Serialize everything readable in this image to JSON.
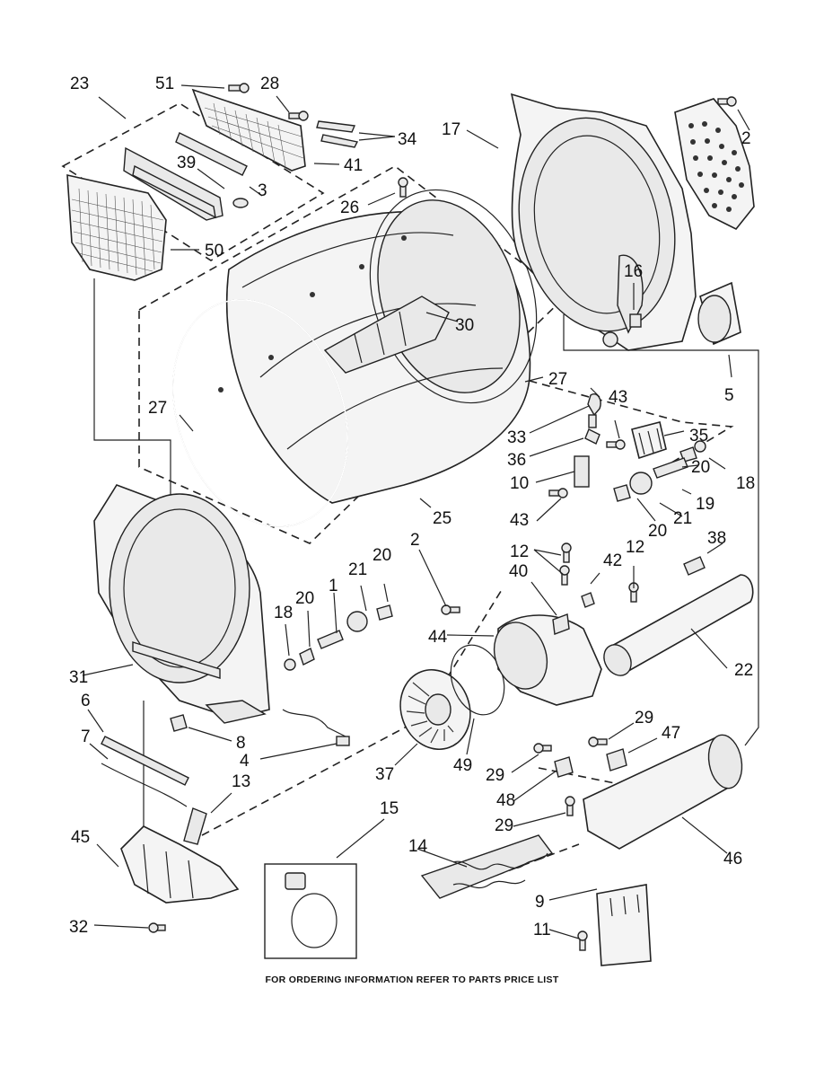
{
  "footer": "FOR ORDERING INFORMATION REFER TO PARTS PRICE LIST",
  "callouts": {
    "c23": "23",
    "c51": "51",
    "c28": "28",
    "c34": "34",
    "c41": "41",
    "c39": "39",
    "c3": "3",
    "c50": "50",
    "c26": "26",
    "c17": "17",
    "c2a": "2",
    "c16": "16",
    "c30": "30",
    "c5": "5",
    "c27a": "27",
    "c27b": "27",
    "c43a": "43",
    "c33": "33",
    "c35": "35",
    "c36": "36",
    "c20a": "20",
    "c18a": "18",
    "c10": "10",
    "c19": "19",
    "c43b": "43",
    "c21a": "21",
    "c20b": "20",
    "c25": "25",
    "c2b": "2",
    "c12a": "12",
    "c12b": "12",
    "c38": "38",
    "c42": "42",
    "c40": "40",
    "c20c": "20",
    "c21b": "21",
    "c1": "1",
    "c20d": "20",
    "c18b": "18",
    "c44": "44",
    "c22": "22",
    "c31": "31",
    "c6": "6",
    "c7": "7",
    "c8": "8",
    "c4": "4",
    "c37": "37",
    "c49": "49",
    "c29a": "29",
    "c47": "47",
    "c29b": "29",
    "c48": "48",
    "c29c": "29",
    "c13": "13",
    "c46": "46",
    "c15": "15",
    "c45": "45",
    "c14": "14",
    "c9": "9",
    "c11": "11",
    "c32": "32"
  }
}
